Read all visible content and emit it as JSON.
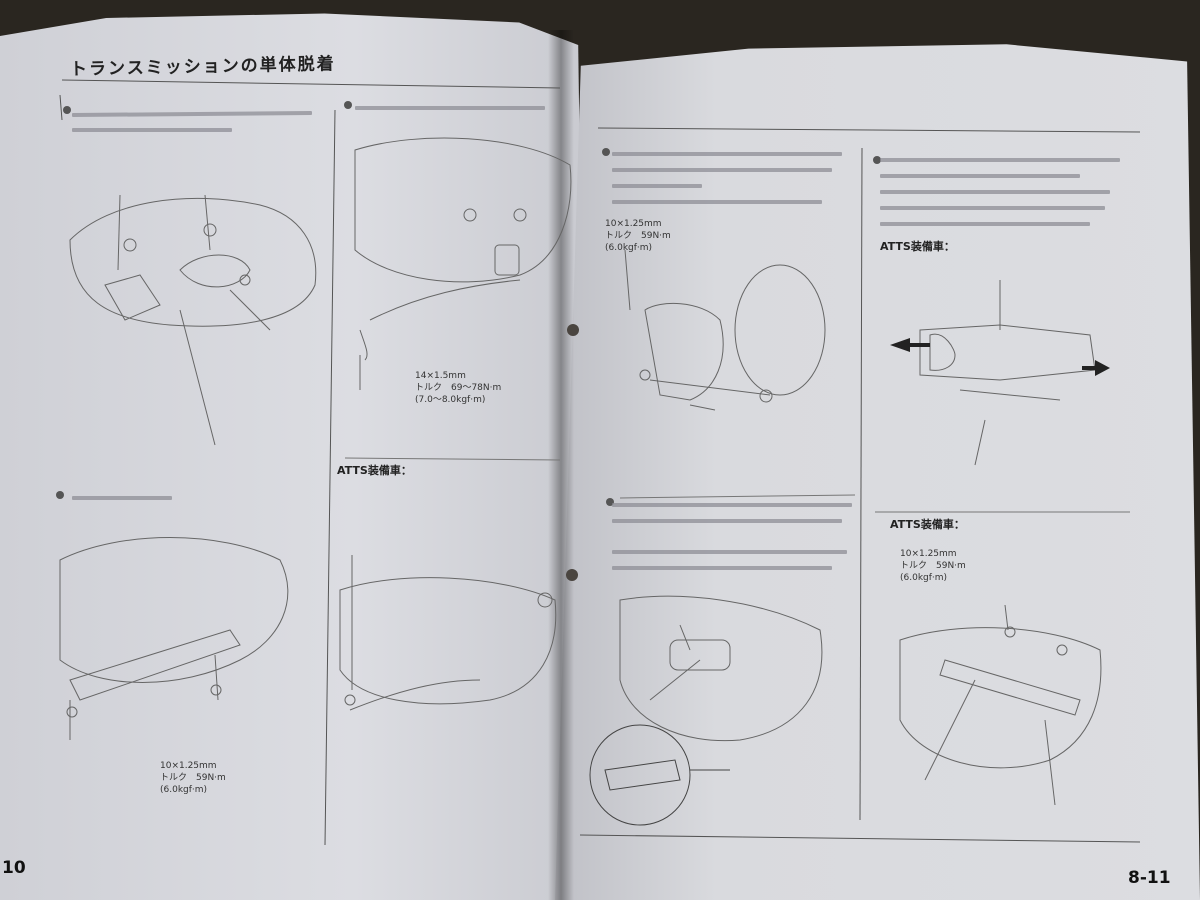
{
  "left_page": {
    "header": "トランスミッションの単体脱着",
    "atts_heading": "ATTS装備車：",
    "spec_left_bottom": "10×1.25mm\nトルク　59N·m\n(6.0kgf·m)",
    "spec_center_joint": "14×1.5mm\nトルク　69〜78N·m\n(7.0〜8.0kgf·m)",
    "page_number": "10"
  },
  "right_page": {
    "atts_heading_top": "ATTS装備車：",
    "atts_heading_bottom": "ATTS装備車：",
    "spec_left": "10×1.25mm\nトルク　59N·m\n(6.0kgf·m)",
    "spec_bottom_left": "10×1.25mm\nトルク　59N·m\n(6.0kgf·m)",
    "page_number": "8-11"
  }
}
